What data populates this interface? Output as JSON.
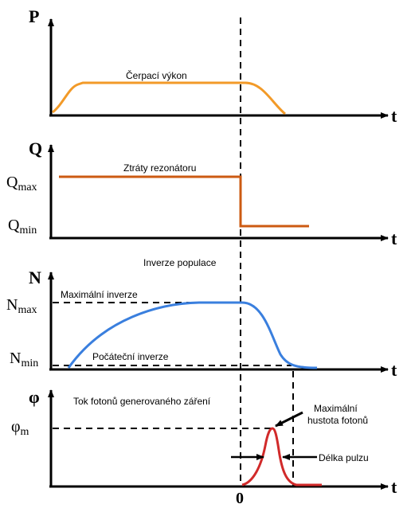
{
  "colors": {
    "pump": "#f29a28",
    "loss": "#cc5a12",
    "inversion": "#3a7fde",
    "photons": "#d12a2a",
    "axis": "#000000"
  },
  "zero_label": "0",
  "panels": {
    "pump": {
      "y_axis_label": "P",
      "x_axis_label": "t",
      "curve_label": "Čerpací výkon"
    },
    "q": {
      "y_axis_label": "Q",
      "x_axis_label": "t",
      "curve_label": "Ztráty rezonátoru",
      "max_label": {
        "base": "Q",
        "sub": "max"
      },
      "min_label": {
        "base": "Q",
        "sub": "min"
      }
    },
    "n": {
      "y_axis_label": "N",
      "x_axis_label": "t",
      "heading": "Inverze populace",
      "max_label": {
        "base": "N",
        "sub": "max"
      },
      "min_label": {
        "base": "N",
        "sub": "min"
      },
      "max_line_label": "Maximální inverze",
      "min_line_label": "Počáteční inverze"
    },
    "phi": {
      "y_axis_label": "φ",
      "x_axis_label": "t",
      "heading": "Tok fotonů generovaného záření",
      "peak_label": {
        "base": "φ",
        "sub": "m"
      },
      "peak_note_line1": "Maximální",
      "peak_note_line2": "hustota fotonů",
      "width_note": "Délka pulzu"
    }
  }
}
